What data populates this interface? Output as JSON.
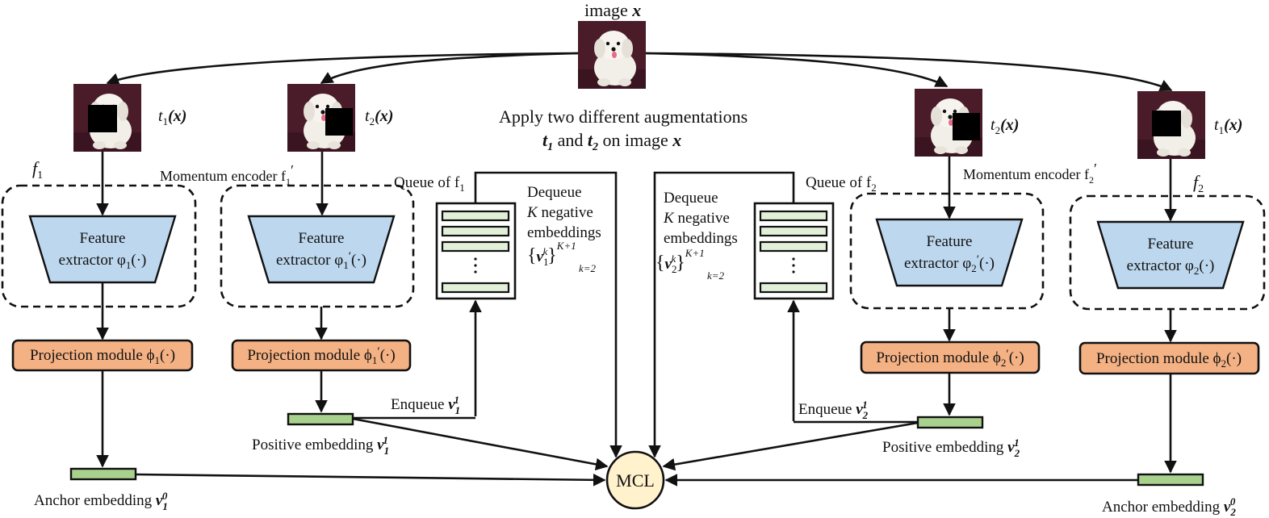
{
  "image": {
    "label": "image ",
    "var": "x"
  },
  "augment_note": {
    "line1": "Apply two different augmentations",
    "t1": "t",
    "t1_sub": "1",
    "and": " and ",
    "t2": "t",
    "t2_sub": "2",
    "on_image": "  on image ",
    "x": "x"
  },
  "branches": {
    "b1": {
      "aug_label": "t",
      "aug_sub": "1",
      "aug_arg": "(x)",
      "encoder_label": "f",
      "encoder_sub": "1",
      "feature_line1": "Feature",
      "feature_line2": "extractor φ",
      "feature_sub": "1",
      "feature_tail": "(·)",
      "proj_text": "Projection module ϕ",
      "proj_sub": "1",
      "proj_tail": "(·)",
      "emb_label": "Anchor embedding ",
      "emb_var": "v",
      "emb_sub": "1",
      "emb_sup": "0"
    },
    "b2": {
      "aug_label": "t",
      "aug_sub": "2",
      "aug_arg": "(x)",
      "encoder_label": "Momentum encoder f",
      "encoder_sub": "1",
      "encoder_prime": "′",
      "feature_line1": "Feature",
      "feature_line2": "extractor φ",
      "feature_sub": "1",
      "feature_prime": "′",
      "feature_tail": "(·)",
      "proj_text": "Projection module ϕ",
      "proj_sub": "1",
      "proj_prime": "′",
      "proj_tail": "(·)",
      "emb_label": "Positive embedding ",
      "emb_var": "v",
      "emb_sub": "1",
      "emb_sup": "1"
    },
    "b3": {
      "aug_label": "t",
      "aug_sub": "2",
      "aug_arg": "(x)",
      "encoder_label": "Momentum encoder f",
      "encoder_sub": "2",
      "encoder_prime": "′",
      "feature_line1": "Feature",
      "feature_line2": "extractor φ",
      "feature_sub": "2",
      "feature_prime": "′",
      "feature_tail": "(·)",
      "proj_text": "Projection module ϕ",
      "proj_sub": "2",
      "proj_prime": "′",
      "proj_tail": "(·)",
      "emb_label": "Positive embedding ",
      "emb_var": "v",
      "emb_sub": "2",
      "emb_sup": "1"
    },
    "b4": {
      "aug_label": "t",
      "aug_sub": "1",
      "aug_arg": "(x)",
      "encoder_label": "f",
      "encoder_sub": "2",
      "feature_line1": "Feature",
      "feature_line2": "extractor φ",
      "feature_sub": "2",
      "feature_tail": "(·)",
      "proj_text": "Projection module ϕ",
      "proj_sub": "2",
      "proj_tail": "(·)",
      "emb_label": "Anchor embedding ",
      "emb_var": "v",
      "emb_sub": "2",
      "emb_sup": "0"
    }
  },
  "queues": {
    "q1": {
      "title": "Queue of f",
      "title_sub": "1",
      "dequeue": "Dequeue",
      "neg1": "K",
      "neg1_rest": " negative",
      "neg2": "embeddings",
      "set_open": "{",
      "set_var": "v",
      "set_sub": "1",
      "set_sup": "k",
      "set_close": "}",
      "range_sup": "K+1",
      "range_sub": "k=2",
      "enqueue": "Enqueue ",
      "enq_var": "v",
      "enq_sub": "1",
      "enq_sup": "1"
    },
    "q2": {
      "title": "Queue of f",
      "title_sub": "2",
      "dequeue": "Dequeue",
      "neg1": "K",
      "neg1_rest": " negative",
      "neg2": "embeddings",
      "set_open": "{",
      "set_var": "v",
      "set_sub": "2",
      "set_sup": "k",
      "set_close": "}",
      "range_sup": "K+1",
      "range_sub": "k=2",
      "enqueue": "Enqueue ",
      "enq_var": "v",
      "enq_sub": "2",
      "enq_sup": "1"
    }
  },
  "mcl": "MCL",
  "colors": {
    "feature_fill": "#bdd7ee",
    "projection_fill": "#f4b183",
    "embedding_fill": "#a9d18e",
    "queue_slot_fill": "#e2f0d9",
    "mcl_fill": "#fff2cc",
    "image_background": "#4a1c2a",
    "dog": "#f2efe9"
  }
}
